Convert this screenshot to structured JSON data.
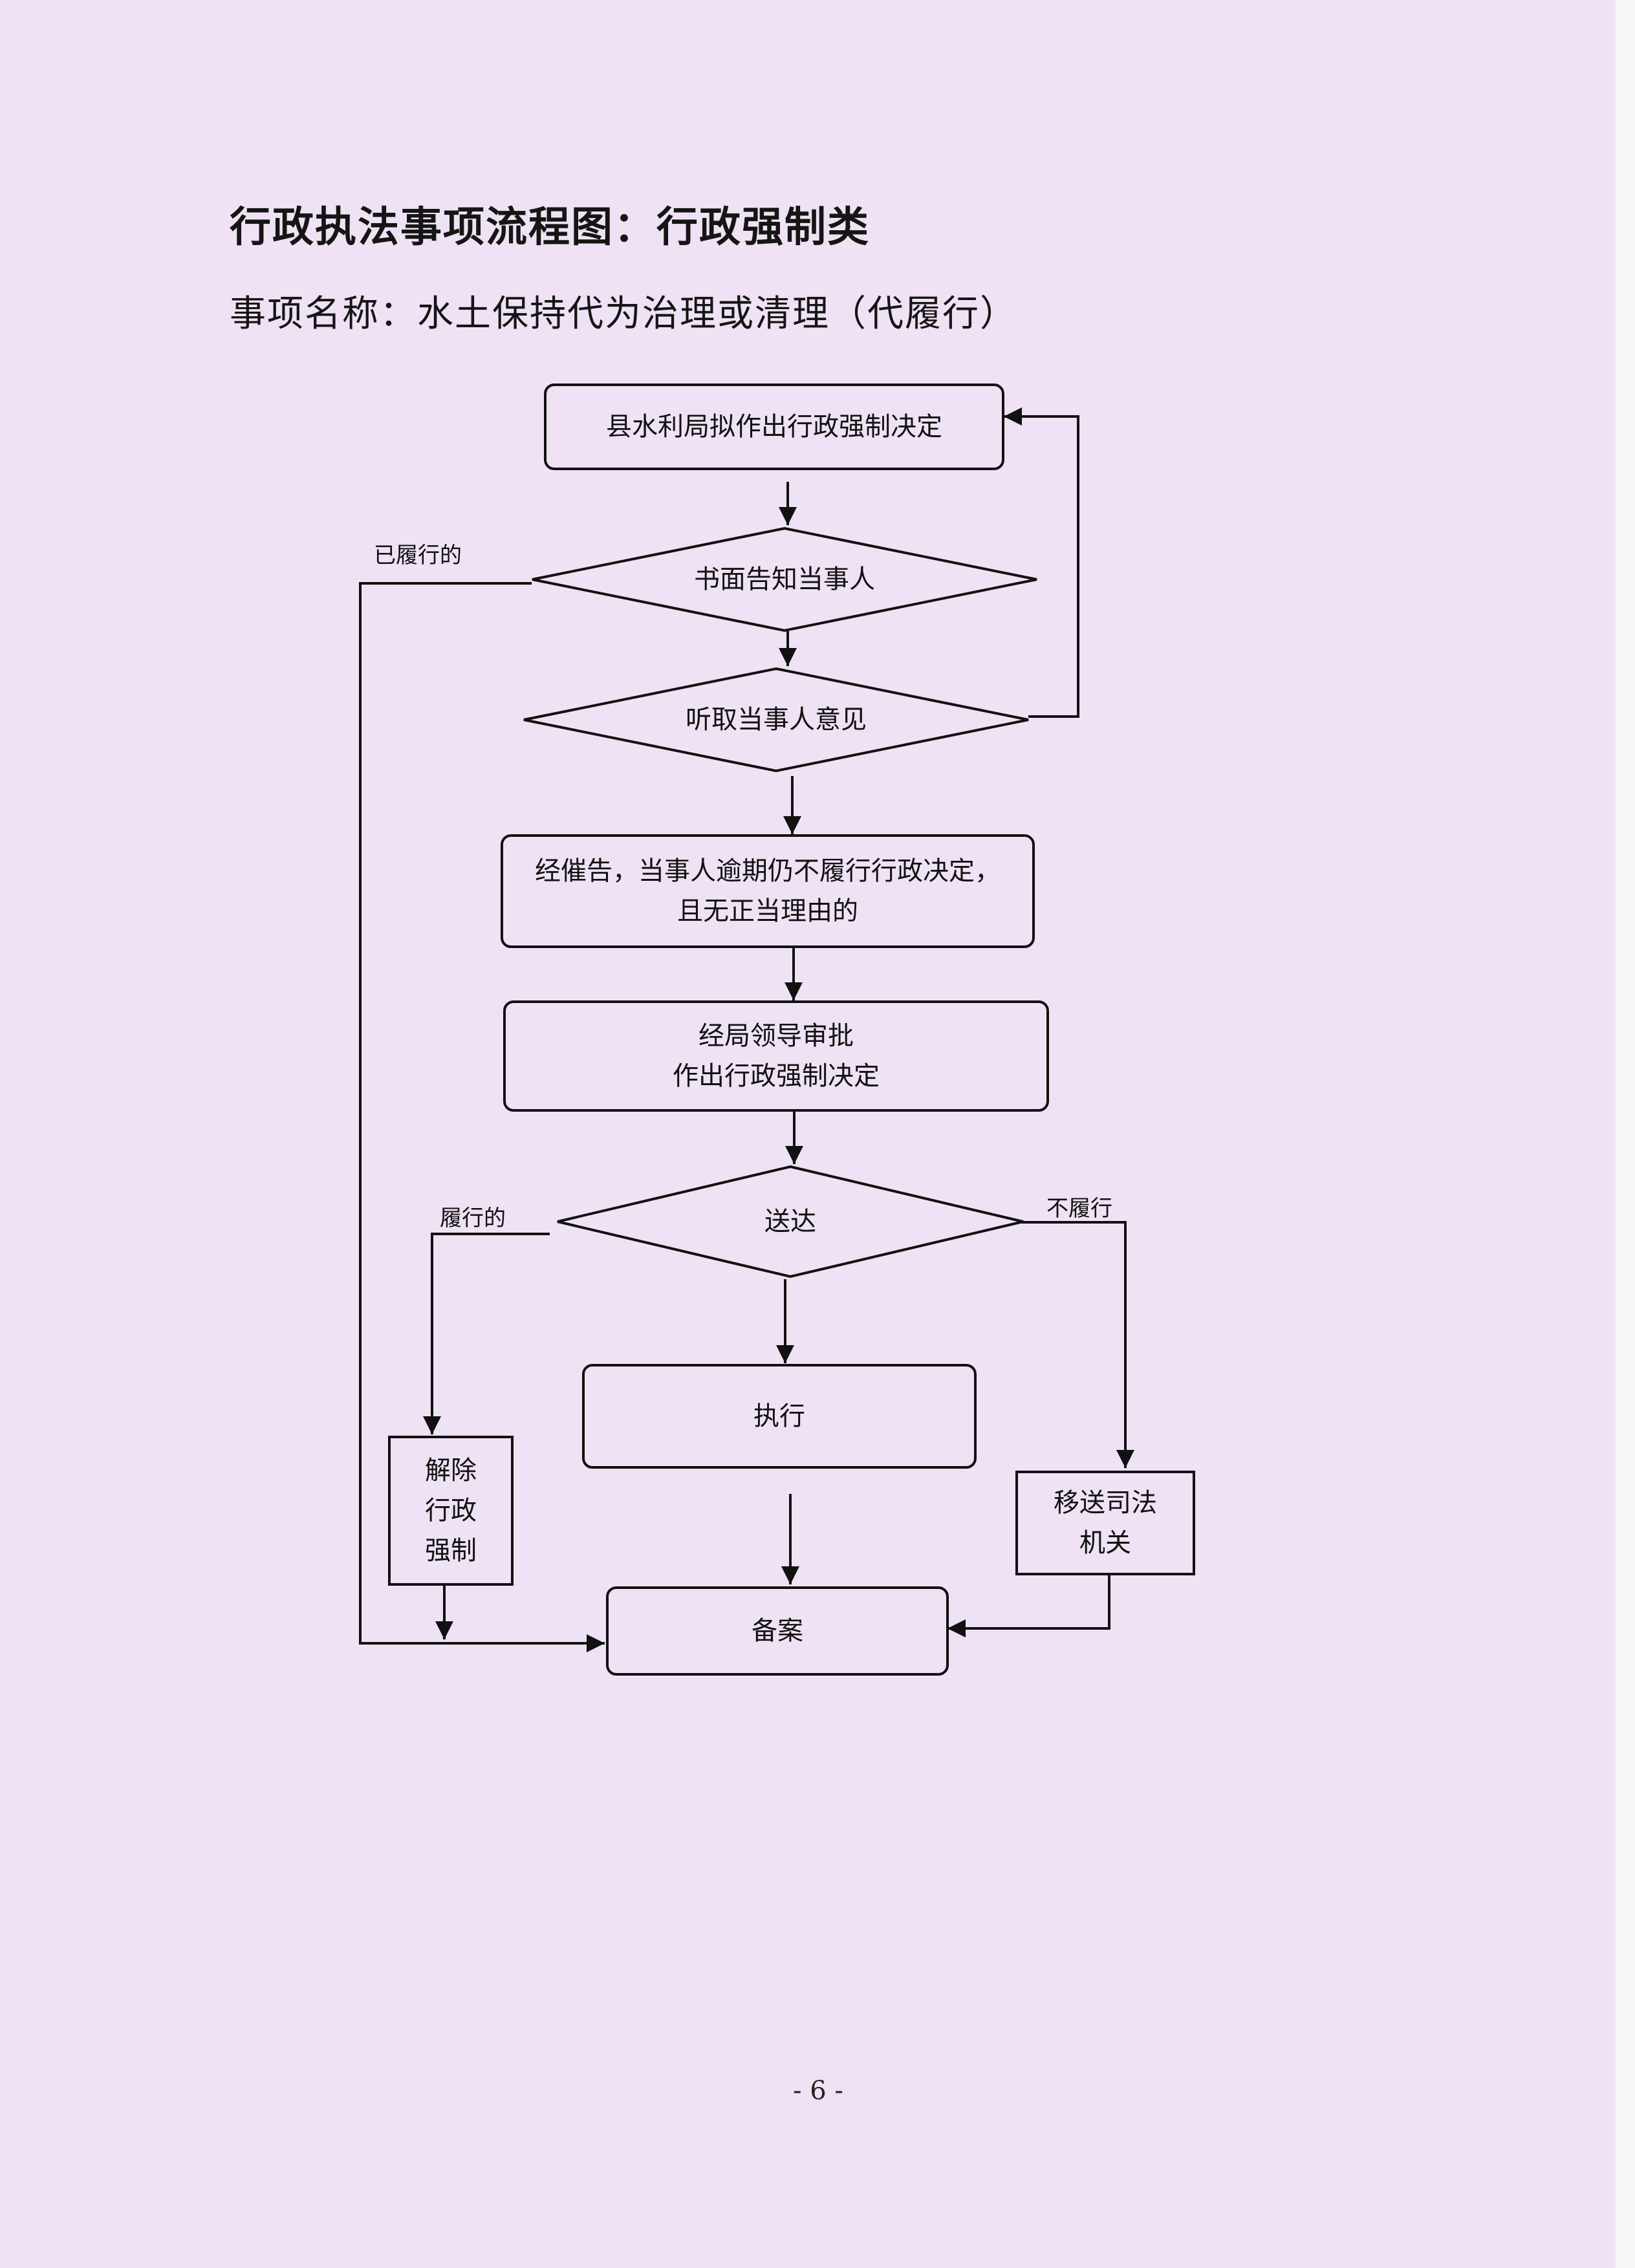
{
  "header": {
    "title": "行政执法事项流程图：行政强制类",
    "subtitle": "事项名称：水土保持代为治理或清理（代履行）"
  },
  "diagram": {
    "nodes": [
      {
        "id": "n1",
        "shape": "box",
        "lines": [
          "县水利局拟作出行政强制决定"
        ]
      },
      {
        "id": "n2",
        "shape": "diamond",
        "lines": [
          "书面告知当事人"
        ]
      },
      {
        "id": "n3",
        "shape": "diamond",
        "lines": [
          "听取当事人意见"
        ]
      },
      {
        "id": "n4",
        "shape": "box",
        "lines": [
          "经催告，当事人逾期仍不履行行政决定，",
          "且无正当理由的"
        ]
      },
      {
        "id": "n5",
        "shape": "box",
        "lines": [
          "经局领导审批",
          "作出行政强制决定"
        ]
      },
      {
        "id": "n6",
        "shape": "diamond",
        "lines": [
          "送达"
        ]
      },
      {
        "id": "n7",
        "shape": "box",
        "lines": [
          "执行"
        ]
      },
      {
        "id": "n8",
        "shape": "box",
        "lines": [
          "解除",
          "行政",
          "强制"
        ]
      },
      {
        "id": "n9",
        "shape": "box",
        "lines": [
          "移送司法",
          "机关"
        ]
      },
      {
        "id": "n10",
        "shape": "box",
        "lines": [
          "备案"
        ]
      }
    ],
    "edges": [
      {
        "from": "n1",
        "to": "n2",
        "label": ""
      },
      {
        "from": "n2",
        "to": "n3",
        "label": ""
      },
      {
        "from": "n3",
        "to": "n1",
        "label": ""
      },
      {
        "from": "n3",
        "to": "n4",
        "label": ""
      },
      {
        "from": "n4",
        "to": "n5",
        "label": ""
      },
      {
        "from": "n5",
        "to": "n6",
        "label": ""
      },
      {
        "from": "n2",
        "to": "n10",
        "label": "已履行的"
      },
      {
        "from": "n6",
        "to": "n8",
        "label": "履行的"
      },
      {
        "from": "n6",
        "to": "n9",
        "label": "不履行"
      },
      {
        "from": "n6",
        "to": "n7",
        "label": ""
      },
      {
        "from": "n7",
        "to": "n10",
        "label": ""
      },
      {
        "from": "n8",
        "to": "n10",
        "label": ""
      },
      {
        "from": "n9",
        "to": "n10",
        "label": ""
      }
    ]
  },
  "footer": {
    "page_number": "- 6 -"
  }
}
